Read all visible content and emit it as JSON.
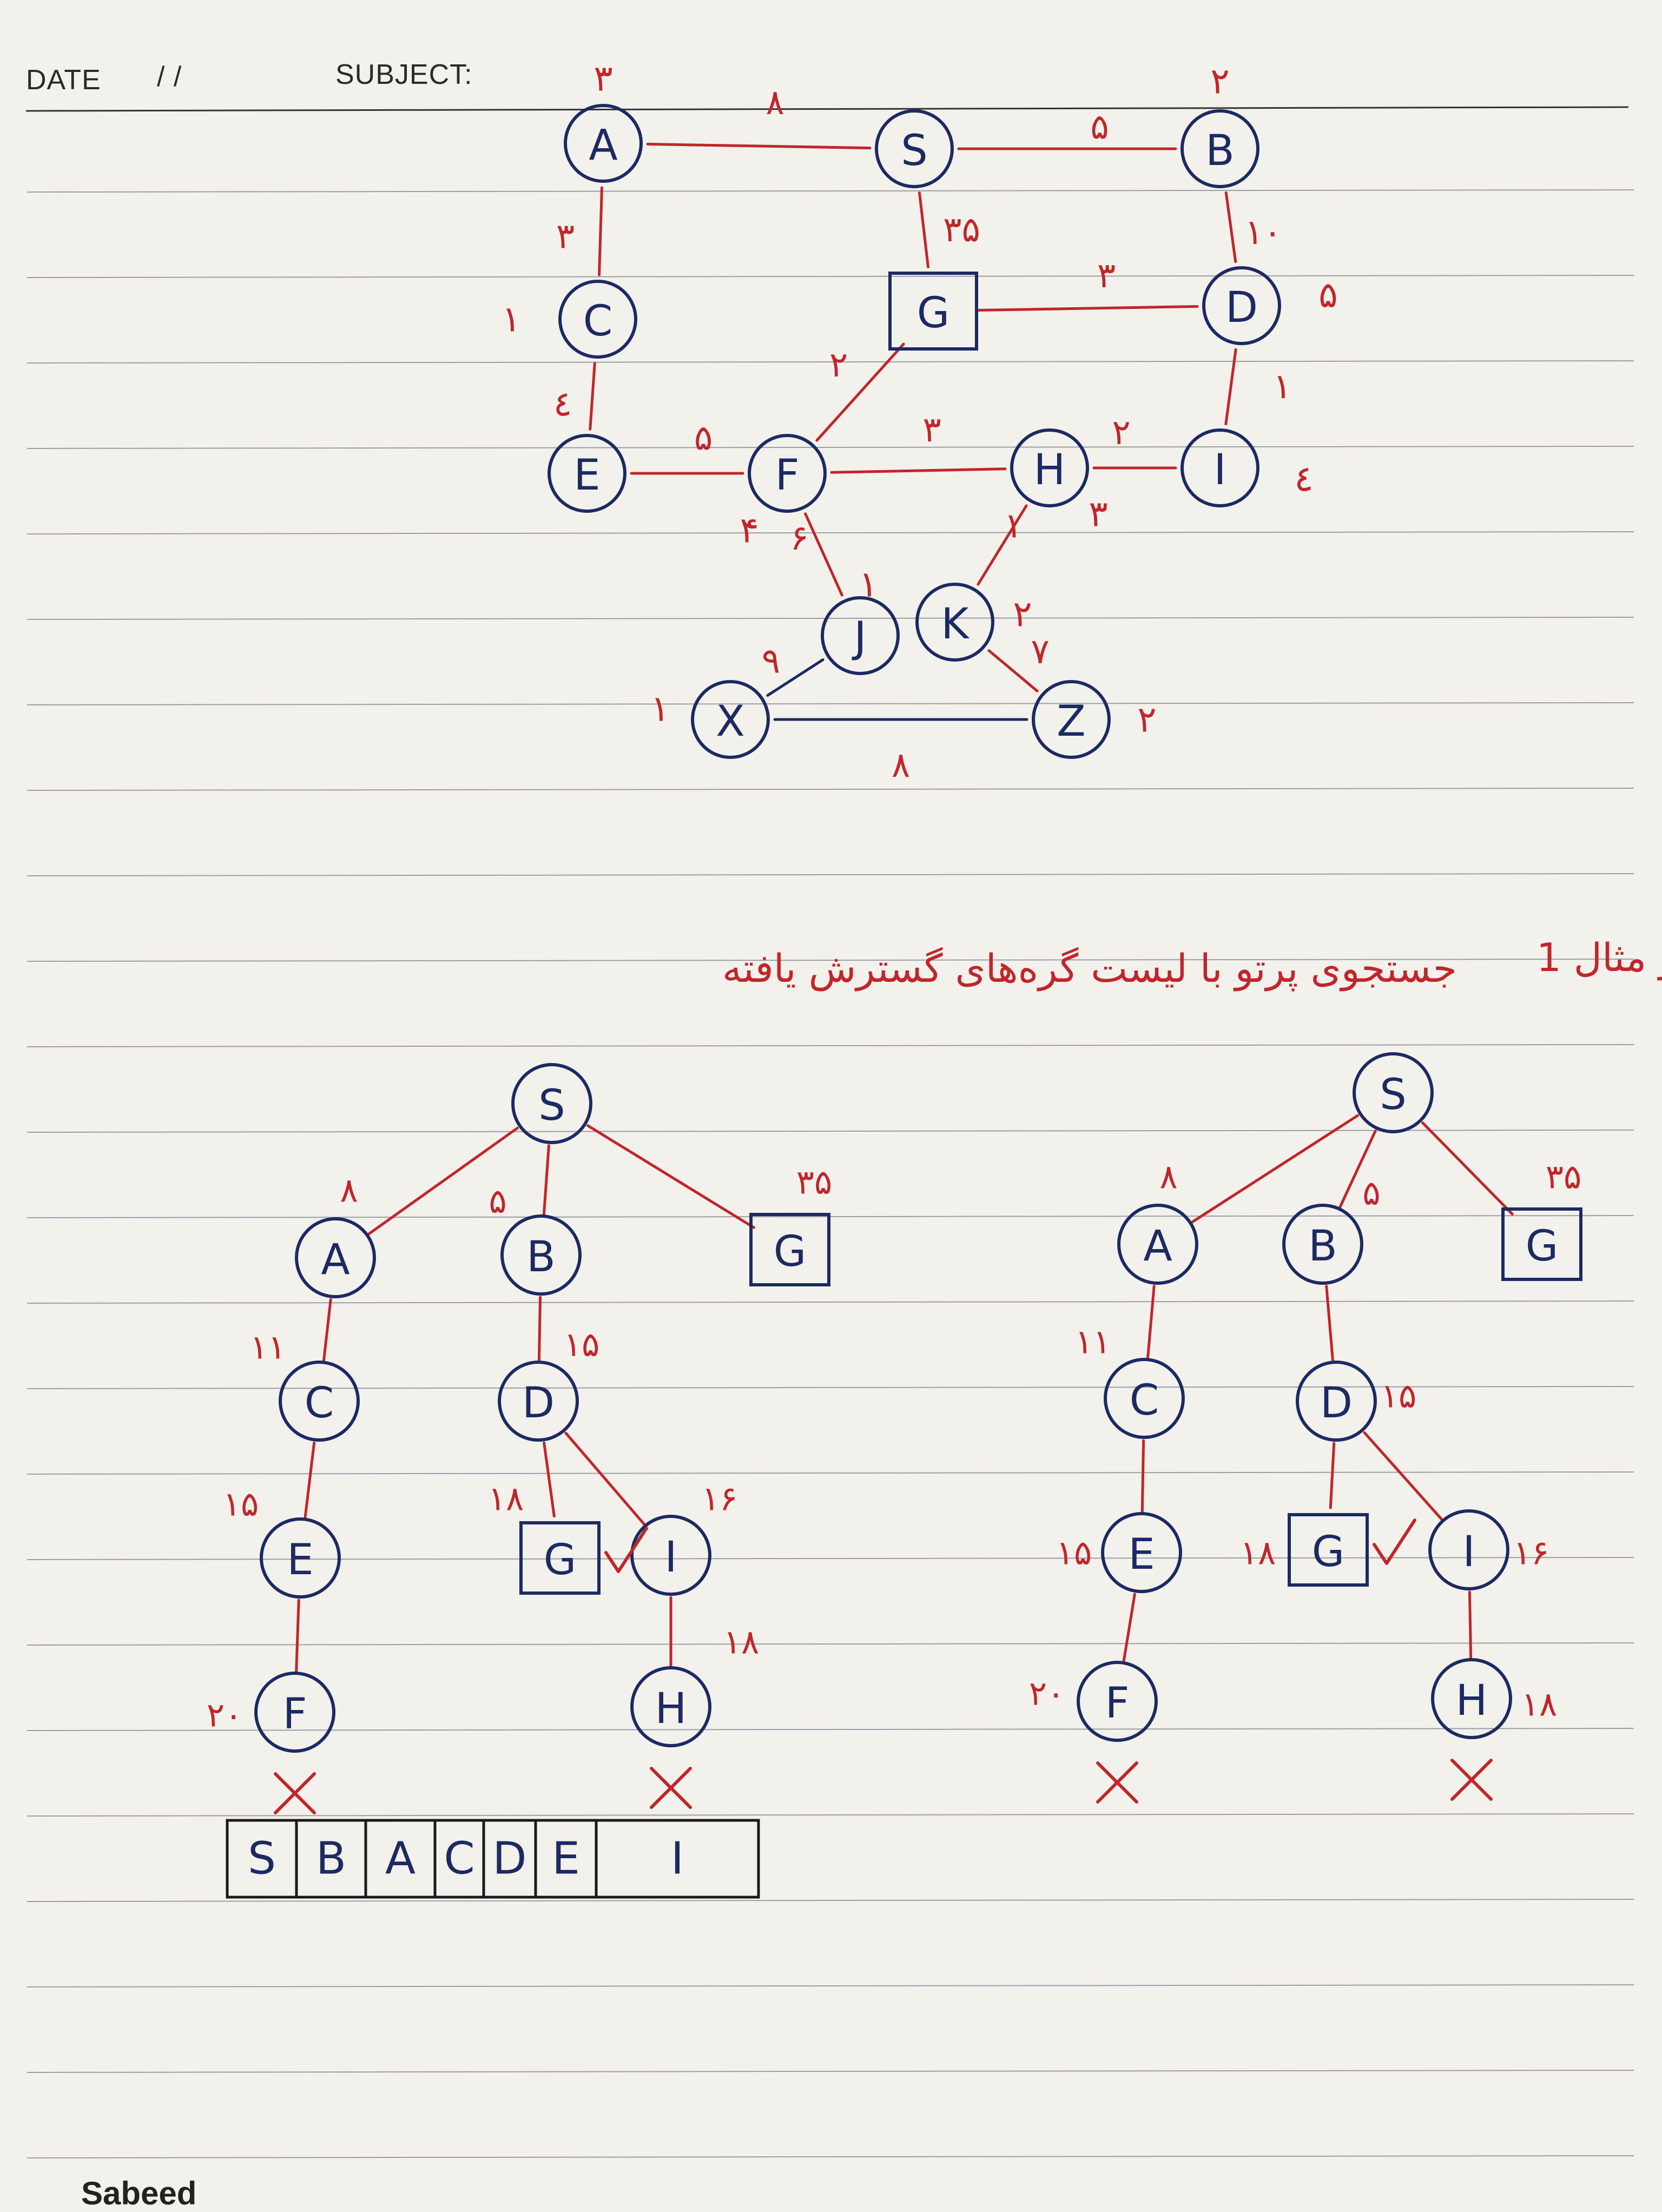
{
  "header": {
    "date_label": "DATE",
    "date_slashes": "/   /",
    "subject_label": "SUBJECT:"
  },
  "graph": {
    "nodes": [
      {
        "id": "A",
        "label": "A",
        "h": "۳",
        "shape": "circle"
      },
      {
        "id": "S",
        "label": "S",
        "h": "",
        "shape": "circle"
      },
      {
        "id": "B",
        "label": "B",
        "h": "۲",
        "shape": "circle"
      },
      {
        "id": "C",
        "label": "C",
        "h": "۱",
        "shape": "circle"
      },
      {
        "id": "G",
        "label": "G",
        "h": "",
        "shape": "square"
      },
      {
        "id": "D",
        "label": "D",
        "h": "۵",
        "shape": "circle"
      },
      {
        "id": "E",
        "label": "E",
        "h": "",
        "shape": "circle"
      },
      {
        "id": "F",
        "label": "F",
        "h": "۴",
        "shape": "circle"
      },
      {
        "id": "H",
        "label": "H",
        "h": "۳",
        "shape": "circle"
      },
      {
        "id": "I",
        "label": "I",
        "h": "٤",
        "shape": "circle"
      },
      {
        "id": "J",
        "label": "J",
        "h": "۱",
        "shape": "circle"
      },
      {
        "id": "K",
        "label": "K",
        "h": "۲",
        "shape": "circle"
      },
      {
        "id": "X",
        "label": "X",
        "h": "۱",
        "shape": "circle"
      },
      {
        "id": "Z",
        "label": "Z",
        "h": "۲",
        "shape": "circle"
      }
    ],
    "edges": [
      {
        "from": "A",
        "to": "S",
        "w": "۸",
        "color": "red"
      },
      {
        "from": "S",
        "to": "B",
        "w": "۵",
        "color": "red"
      },
      {
        "from": "A",
        "to": "C",
        "w": "۳",
        "color": "red"
      },
      {
        "from": "S",
        "to": "G",
        "w": "۳۵",
        "color": "red"
      },
      {
        "from": "B",
        "to": "D",
        "w": "۱۰",
        "color": "red"
      },
      {
        "from": "G",
        "to": "D",
        "w": "۳",
        "color": "red"
      },
      {
        "from": "C",
        "to": "E",
        "w": "٤",
        "color": "red"
      },
      {
        "from": "G",
        "to": "F",
        "w": "۲",
        "color": "red"
      },
      {
        "from": "D",
        "to": "I",
        "w": "۱",
        "color": "red"
      },
      {
        "from": "E",
        "to": "F",
        "w": "۵",
        "color": "red"
      },
      {
        "from": "F",
        "to": "H",
        "w": "۳",
        "color": "red"
      },
      {
        "from": "H",
        "to": "I",
        "w": "۲",
        "color": "red"
      },
      {
        "from": "F",
        "to": "J",
        "w": "۶",
        "color": "red"
      },
      {
        "from": "H",
        "to": "K",
        "w": "۱",
        "color": "red"
      },
      {
        "from": "J",
        "to": "X",
        "w": "۹",
        "color": "navy"
      },
      {
        "from": "K",
        "to": "Z",
        "w": "۷",
        "color": "red"
      },
      {
        "from": "X",
        "to": "Z",
        "w": "۸",
        "color": "navy"
      }
    ]
  },
  "left_tree": {
    "title": "جستجوی پرتو با لیست گره‌های گسترش یافته",
    "nodes": [
      {
        "id": "S",
        "label": "S",
        "shape": "circle",
        "val": ""
      },
      {
        "id": "A",
        "label": "A",
        "shape": "circle",
        "val": "۸"
      },
      {
        "id": "B",
        "label": "B",
        "shape": "circle",
        "val": "۵"
      },
      {
        "id": "G1",
        "label": "G",
        "shape": "square",
        "val": "۳۵"
      },
      {
        "id": "C",
        "label": "C",
        "shape": "circle",
        "val": "۱۱"
      },
      {
        "id": "D",
        "label": "D",
        "shape": "circle",
        "val": "۱۵"
      },
      {
        "id": "E",
        "label": "E",
        "shape": "circle",
        "val": "۱۵"
      },
      {
        "id": "G2",
        "label": "G",
        "shape": "square",
        "val": "۱۸"
      },
      {
        "id": "I",
        "label": "I",
        "shape": "circle",
        "val": "۱۶"
      },
      {
        "id": "F",
        "label": "F",
        "shape": "circle",
        "val": "۲۰"
      },
      {
        "id": "H",
        "label": "H",
        "shape": "circle",
        "val": "۱۸"
      }
    ],
    "edges": [
      [
        "S",
        "A"
      ],
      [
        "S",
        "B"
      ],
      [
        "S",
        "G1"
      ],
      [
        "A",
        "C"
      ],
      [
        "B",
        "D"
      ],
      [
        "C",
        "E"
      ],
      [
        "D",
        "G2"
      ],
      [
        "D",
        "I"
      ],
      [
        "E",
        "F"
      ],
      [
        "I",
        "H"
      ]
    ],
    "x_marks": [
      "F",
      "H"
    ],
    "check_mark": "G2",
    "expanded_list": [
      "S",
      "B",
      "A",
      "C",
      "D",
      "E",
      "I"
    ]
  },
  "right_tree": {
    "title": "جستجوی پرتو مثال 1",
    "nodes": [
      {
        "id": "S",
        "label": "S",
        "shape": "circle",
        "val": ""
      },
      {
        "id": "A",
        "label": "A",
        "shape": "circle",
        "val": "۸"
      },
      {
        "id": "B",
        "label": "B",
        "shape": "circle",
        "val": "۵"
      },
      {
        "id": "G1",
        "label": "G",
        "shape": "square",
        "val": "۳۵"
      },
      {
        "id": "C",
        "label": "C",
        "shape": "circle",
        "val": "۱۱"
      },
      {
        "id": "D",
        "label": "D",
        "shape": "circle",
        "val": "۱۵"
      },
      {
        "id": "E",
        "label": "E",
        "shape": "circle",
        "val": "۱۵"
      },
      {
        "id": "G2",
        "label": "G",
        "shape": "square",
        "val": "۱۸"
      },
      {
        "id": "I",
        "label": "I",
        "shape": "circle",
        "val": "۱۶"
      },
      {
        "id": "F",
        "label": "F",
        "shape": "circle",
        "val": "۲۰"
      },
      {
        "id": "H",
        "label": "H",
        "shape": "circle",
        "val": "۱۸"
      }
    ],
    "edges": [
      [
        "S",
        "A"
      ],
      [
        "S",
        "B"
      ],
      [
        "S",
        "G1"
      ],
      [
        "A",
        "C"
      ],
      [
        "B",
        "D"
      ],
      [
        "C",
        "E"
      ],
      [
        "D",
        "G2"
      ],
      [
        "D",
        "I"
      ],
      [
        "E",
        "F"
      ],
      [
        "I",
        "H"
      ]
    ],
    "x_marks": [
      "F",
      "H"
    ],
    "check_mark": "G2"
  },
  "footer": {
    "brand": "Sabeed"
  },
  "colors": {
    "ink_red": "#c0262b",
    "ink_navy": "#1c2a63",
    "rule_line": "#9aa0a6",
    "paper": "#f3f1ec"
  }
}
